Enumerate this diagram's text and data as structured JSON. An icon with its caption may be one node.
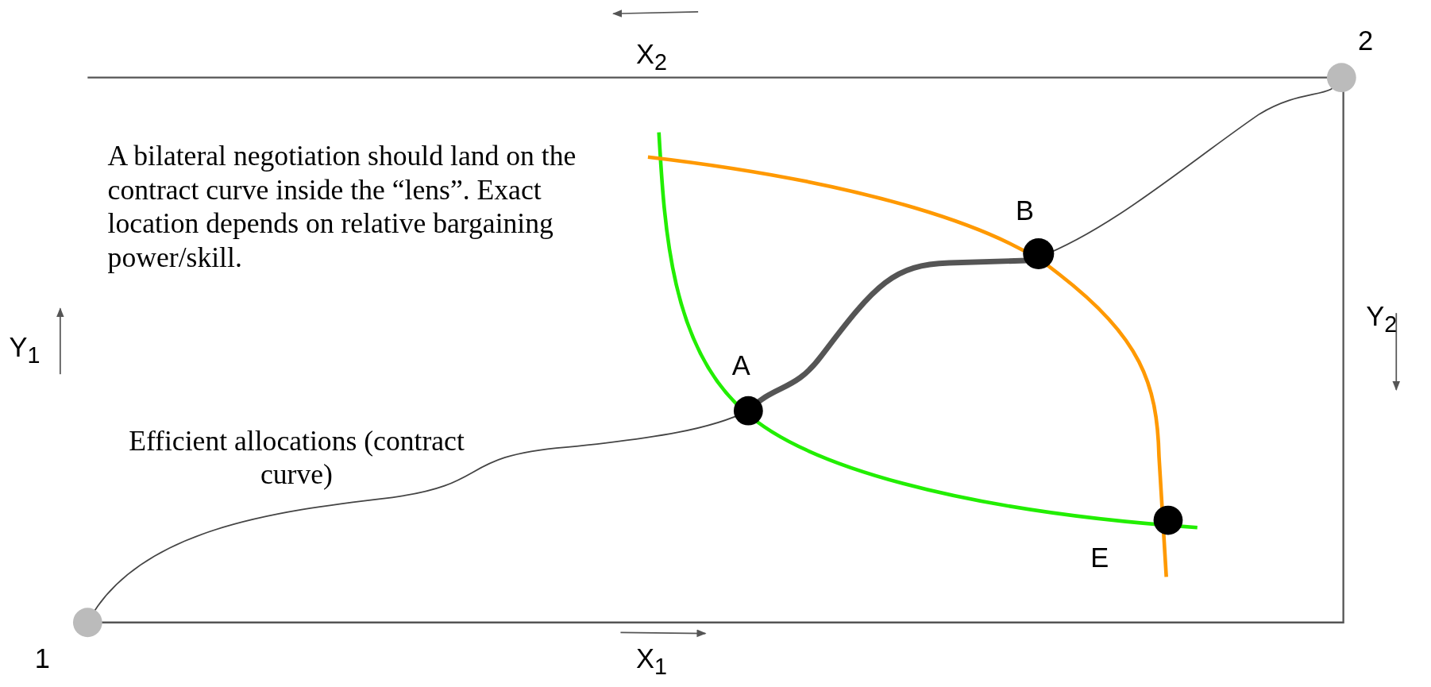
{
  "diagram": {
    "labels": [
      "X$_{2}$",
      "2",
      "A bilateral negotiation should land on the contract curve inside the “lens”. Exact location depends on relative bargaining power/skill.",
      "B",
      "Y$_{1}$",
      "Y$_{2}$",
      "A",
      "Efficient allocations (contract curve)",
      "E",
      "1",
      "X$_{1}$"
    ]
  }
}
